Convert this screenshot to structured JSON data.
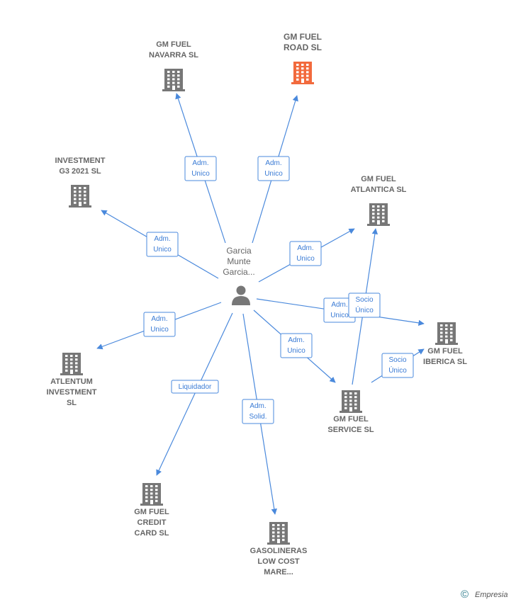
{
  "colors": {
    "building": "#777777",
    "building_highlight": "#f26a3d",
    "edge": "#4a89dc",
    "person": "#777777"
  },
  "person": {
    "id": "person",
    "lines": [
      "Garcia",
      "Munte",
      "Garcia..."
    ]
  },
  "nodes": [
    {
      "id": "navarra",
      "lines": [
        "GM FUEL",
        "NAVARRA  SL"
      ],
      "highlight": false
    },
    {
      "id": "road",
      "lines": [
        "GM FUEL",
        "ROAD  SL"
      ],
      "highlight": true
    },
    {
      "id": "investment",
      "lines": [
        "INVESTMENT",
        "G3 2021  SL"
      ],
      "highlight": false
    },
    {
      "id": "atlantica",
      "lines": [
        "GM FUEL",
        "ATLANTICA  SL"
      ],
      "highlight": false
    },
    {
      "id": "iberica",
      "lines": [
        "GM FUEL",
        "IBERICA SL"
      ],
      "highlight": false
    },
    {
      "id": "service",
      "lines": [
        "GM FUEL",
        "SERVICE SL"
      ],
      "highlight": false
    },
    {
      "id": "atlentum",
      "lines": [
        "ATLENTUM",
        "INVESTMENT",
        "SL"
      ],
      "highlight": false
    },
    {
      "id": "credit",
      "lines": [
        "GM FUEL",
        "CREDIT",
        "CARD  SL"
      ],
      "highlight": false
    },
    {
      "id": "gasolineras",
      "lines": [
        "GASOLINERAS",
        "LOW COST",
        "MARE..."
      ],
      "highlight": false
    }
  ],
  "edges": [
    {
      "from": "person",
      "to": "navarra",
      "label": [
        "Adm.",
        "Unico"
      ]
    },
    {
      "from": "person",
      "to": "road",
      "label": [
        "Adm.",
        "Unico"
      ]
    },
    {
      "from": "person",
      "to": "investment",
      "label": [
        "Adm.",
        "Unico"
      ]
    },
    {
      "from": "person",
      "to": "atlantica",
      "label": [
        "Adm.",
        "Unico"
      ]
    },
    {
      "from": "person",
      "to": "iberica",
      "label": [
        "Adm.",
        "Unico"
      ]
    },
    {
      "from": "person",
      "to": "service",
      "label": [
        "Adm.",
        "Unico"
      ]
    },
    {
      "from": "person",
      "to": "atlentum",
      "label": [
        "Adm.",
        "Unico"
      ]
    },
    {
      "from": "person",
      "to": "credit",
      "label": [
        "Liquidador"
      ]
    },
    {
      "from": "person",
      "to": "gasolineras",
      "label": [
        "Adm.",
        "Solid."
      ]
    },
    {
      "from": "service",
      "to": "atlantica",
      "label": [
        "Socio",
        "Único"
      ]
    },
    {
      "from": "service",
      "to": "iberica",
      "label": [
        "Socio",
        "Único"
      ]
    }
  ],
  "footer": {
    "copyright_symbol": "©",
    "brand": "Empresia"
  }
}
